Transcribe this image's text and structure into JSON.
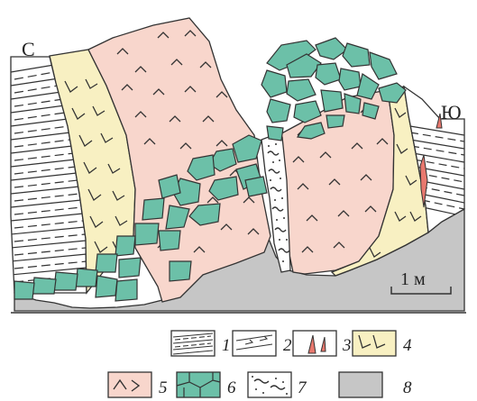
{
  "figure": {
    "compass_left": "С",
    "compass_right": "Ю",
    "scale_label": "1 м"
  },
  "colors": {
    "rock_1_fill": "#ffffff",
    "rock_3_fill": "#e8786e",
    "rock_4_fill": "#f8f0c2",
    "rock_5_fill": "#f8d6cc",
    "rock_6_fill": "#6cc0a8",
    "rock_7_fill": "#ffffff",
    "rock_8_fill": "#c6c6c6",
    "line": "#333333"
  },
  "legend": [
    {
      "number": "1",
      "pattern": "dashed-hatch"
    },
    {
      "number": "2",
      "pattern": "line-arrows"
    },
    {
      "number": "3",
      "pattern": "red-vein"
    },
    {
      "number": "4",
      "pattern": "yellow-checks"
    },
    {
      "number": "5",
      "pattern": "pink-chevrons"
    },
    {
      "number": "6",
      "pattern": "green-blocks"
    },
    {
      "number": "7",
      "pattern": "dotted-wavy"
    },
    {
      "number": "8",
      "pattern": "gray-solid"
    }
  ]
}
